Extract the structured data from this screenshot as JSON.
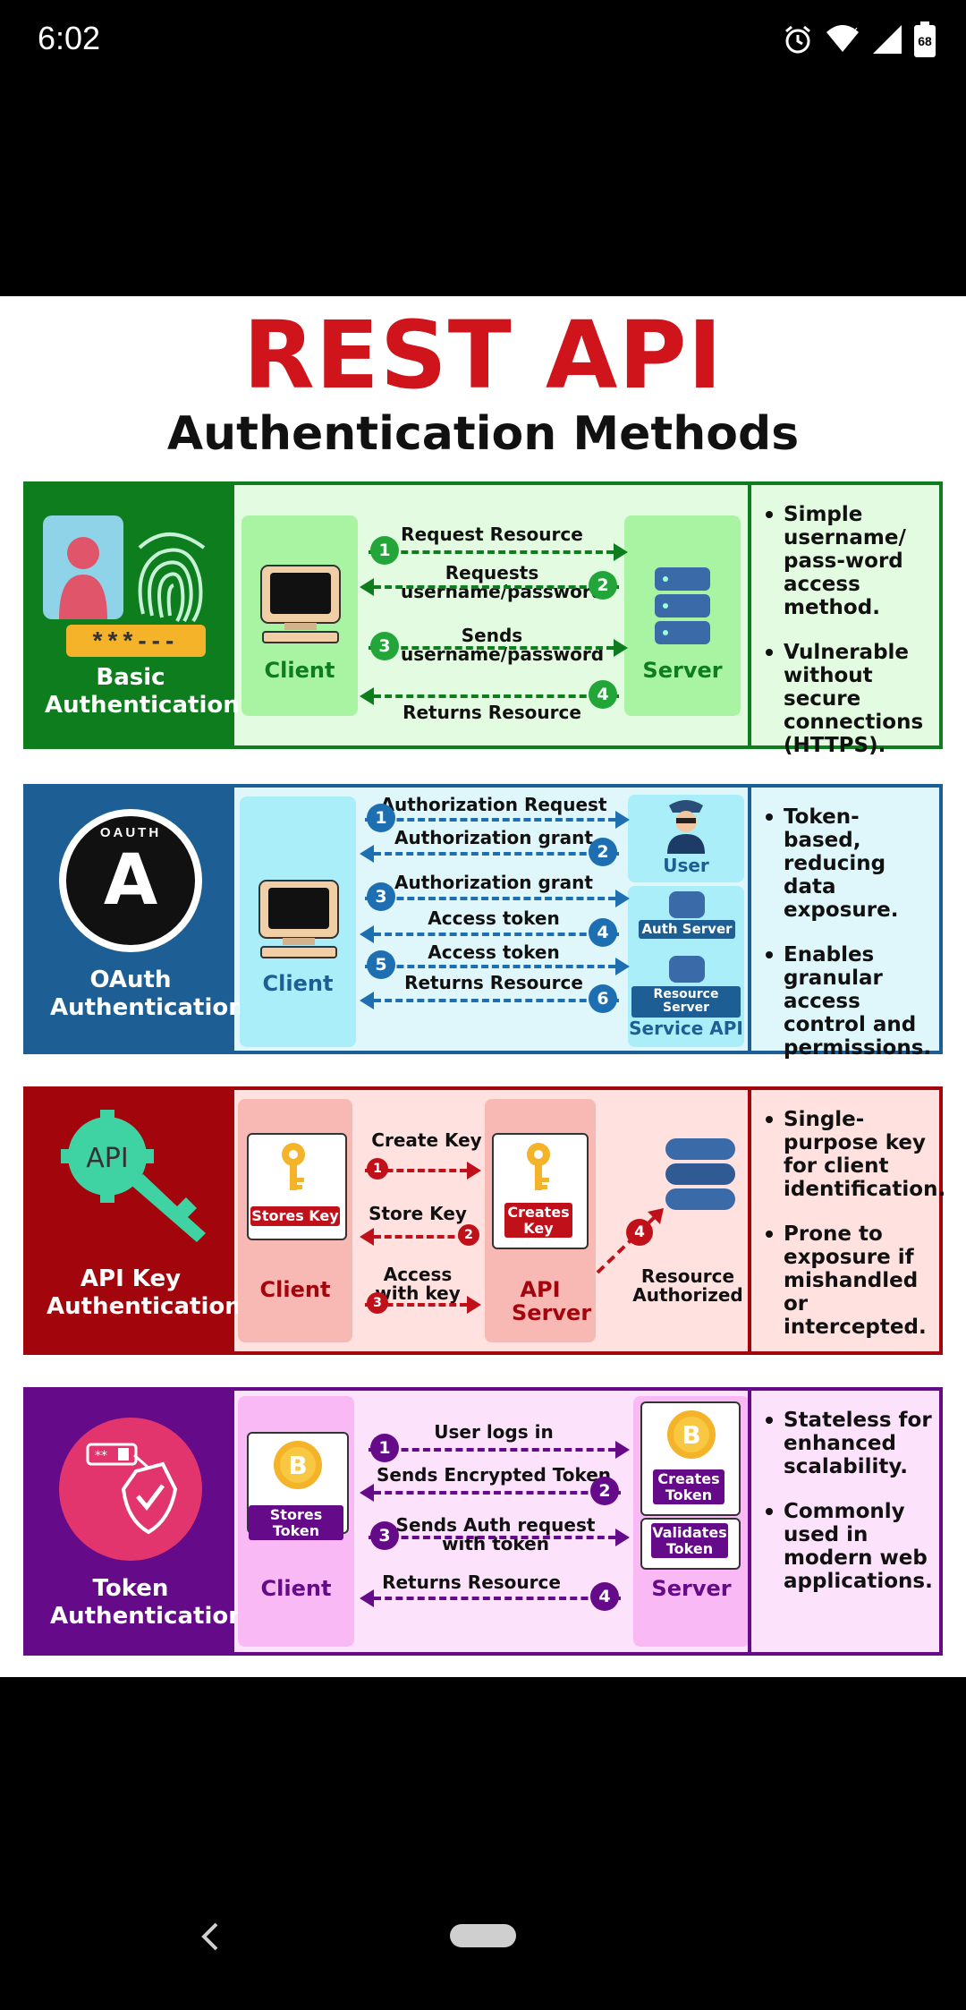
{
  "status_bar": {
    "time": "6:02",
    "battery": "68",
    "icons": [
      "alarm-icon",
      "wifi-icon",
      "signal-icon",
      "battery-icon"
    ]
  },
  "title": "REST API",
  "subtitle": "Authentication Methods",
  "basic": {
    "name": "Basic Authentication",
    "client": "Client",
    "server": "Server",
    "steps": [
      {
        "num": "1",
        "label": "Request Resource"
      },
      {
        "num": "2",
        "label": "Requests username/password"
      },
      {
        "num": "3",
        "label": "Sends username/password"
      },
      {
        "num": "4",
        "label": "Returns Resource"
      }
    ],
    "password_mask": "***---",
    "notes": [
      "Simple username/ pass-word access method.",
      "Vulnerable without secure connections (HTTPS)."
    ],
    "colors": {
      "dark": "#0e7d1e",
      "light": "#e3fbe0",
      "panel": "#a9f4a3"
    }
  },
  "oauth": {
    "name": "OAuth Authentication",
    "logo_text": "OAUTH",
    "client": "Client",
    "user": "User",
    "auth_server": "Auth Server",
    "resource_server": "Resource Server",
    "service_api": "Service API",
    "steps": [
      {
        "num": "1",
        "label": "Authorization Request"
      },
      {
        "num": "2",
        "label": "Authorization grant"
      },
      {
        "num": "3",
        "label": "Authorization grant"
      },
      {
        "num": "4",
        "label": "Access token"
      },
      {
        "num": "5",
        "label": "Access token"
      },
      {
        "num": "6",
        "label": "Returns Resource"
      }
    ],
    "notes": [
      "Token-based, reducing data exposure.",
      "Enables granular access control and permissions."
    ],
    "colors": {
      "dark": "#1d5f94",
      "light": "#dff6fb",
      "panel": "#a9eef9"
    }
  },
  "apikey": {
    "name": "API Key Authentication",
    "logo_text": "API",
    "client": "Client",
    "api_server": "API Server",
    "stores_key": "Stores Key",
    "creates_key": "Creates Key",
    "resource_authorized": "Resource Authorized",
    "steps": [
      {
        "num": "1",
        "label": "Create Key"
      },
      {
        "num": "2",
        "label": "Store Key"
      },
      {
        "num": "3",
        "label": "Access with key"
      },
      {
        "num": "4",
        "label": ""
      }
    ],
    "notes": [
      "Single-purpose key for client identification.",
      "Prone to exposure if mishandled or intercepted."
    ],
    "colors": {
      "dark": "#a3050d",
      "light": "#ffe2e0",
      "panel": "#f8b8b4"
    }
  },
  "token": {
    "name": "Token Authentication",
    "client": "Client",
    "server": "Server",
    "stores_token": "Stores Token",
    "creates_token": "Creates Token",
    "validates_token": "Validates Token",
    "steps": [
      {
        "num": "1",
        "label": "User logs in"
      },
      {
        "num": "2",
        "label": "Sends Encrypted Token"
      },
      {
        "num": "3",
        "label": "Sends Auth request with token"
      },
      {
        "num": "4",
        "label": "Returns Resource"
      }
    ],
    "notes": [
      "Stateless for enhanced scalability.",
      "Commonly used in modern web applications."
    ],
    "colors": {
      "dark": "#650a88",
      "light": "#fde2fb",
      "panel": "#f8b9f5"
    }
  }
}
